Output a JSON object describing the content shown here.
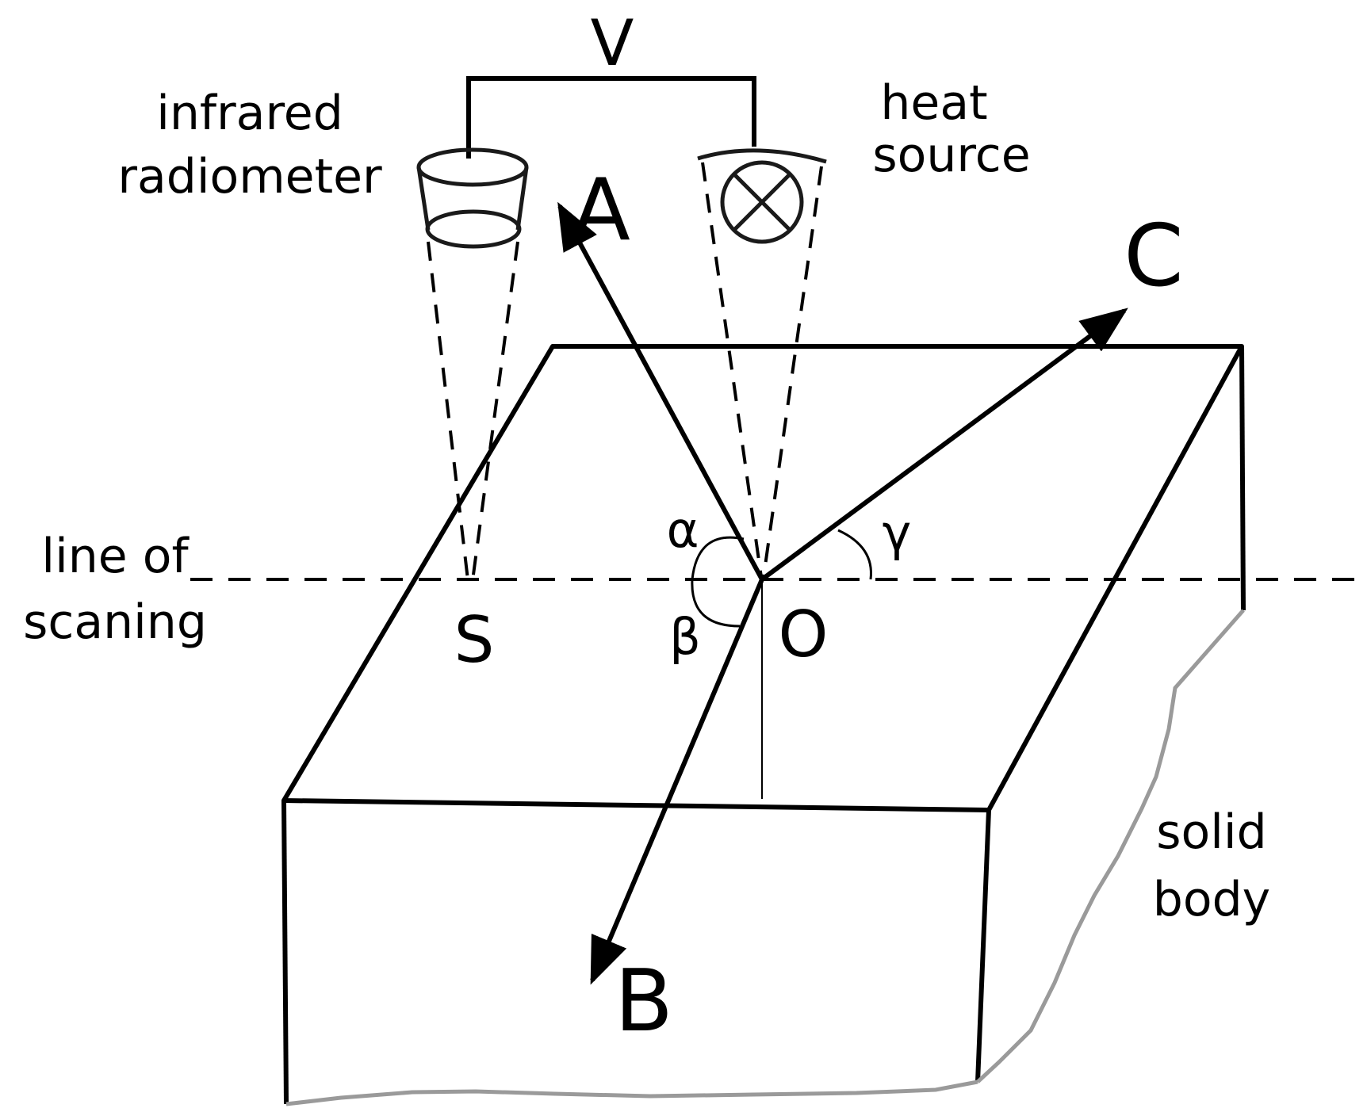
{
  "diagram": {
    "labels": {
      "voltage": "V",
      "radiometer_line1": "infrared",
      "radiometer_line2": "radiometer",
      "heat_line1": "heat",
      "heat_line2": "source",
      "point_a": "A",
      "point_b": "B",
      "point_c": "C",
      "point_o": "O",
      "point_s": "S",
      "angle_alpha": "α",
      "angle_beta": "β",
      "angle_gamma": "γ",
      "scan_line1": "line of",
      "scan_line2": "scaning",
      "body_line1": "solid",
      "body_line2": "body"
    },
    "colors": {
      "stroke": "#000000",
      "edge_gray": "#9a9a9a",
      "background": "#ffffff"
    }
  }
}
